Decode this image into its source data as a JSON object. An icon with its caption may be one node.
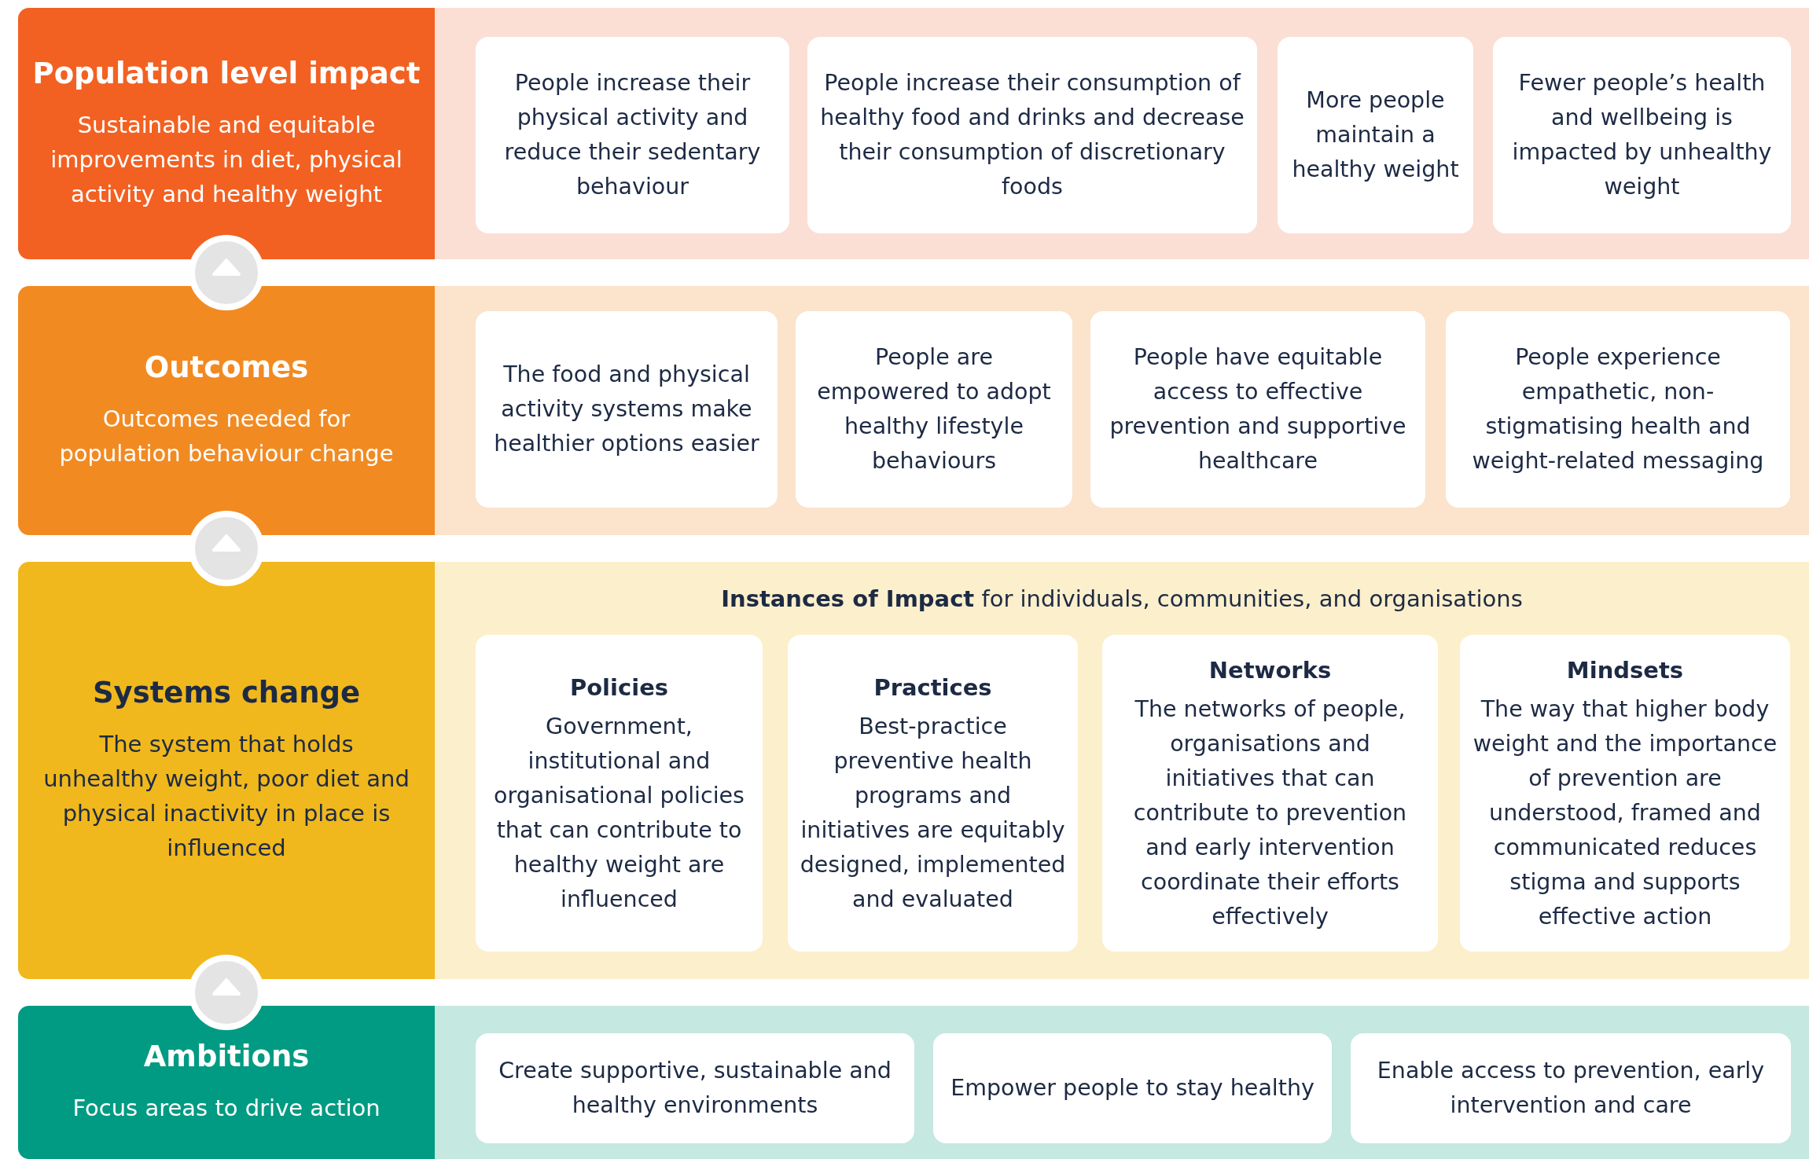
{
  "diagram": {
    "nodes": [
      {
        "text": [
          "Population level impact",
          "Sustainable and equitable improvements in diet, physical activity and healthy weight"
        ]
      },
      {
        "text": [],
        "shape": "box"
      },
      {
        "text": [
          "People increase their physical activity and reduce their sedentary behaviour"
        ],
        "in": 1
      },
      {
        "text": [
          "People increase their consumption of healthy food and drinks and decrease their consumption of discretionary foods"
        ],
        "in": 1
      },
      {
        "text": [
          "More people maintain a healthy weight"
        ],
        "in": 1
      },
      {
        "text": [
          "Fewer people’s health and wellbeing is impacted by unhealthy weight"
        ],
        "in": 1
      },
      {
        "text": [
          "Outcomes",
          "Outcomes needed for population behaviour change"
        ]
      },
      {
        "text": [],
        "shape": "box"
      },
      {
        "text": [
          "The food and physical activity systems make healthier options easier"
        ],
        "in": 7
      },
      {
        "text": [
          "People are empowered to adopt healthy lifestyle behaviours"
        ],
        "in": 7
      },
      {
        "text": [
          "People have equitable access to effective prevention and supportive healthcare"
        ],
        "in": 7
      },
      {
        "text": [
          "People experience empathetic, non-stigmatising health and weight-related messaging"
        ],
        "in": 7
      },
      {
        "text": [
          "Systems change",
          "The system that holds unhealthy weight, poor diet and physical inactivity in place is influenced"
        ]
      },
      {
        "text": [
          "**Instances of Impact** for individuals, communities, and organisations"
        ]
      },
      {
        "text": [
          "Policies",
          "Government, institutional and organisational policies that can contribute to healthy weight are influenced"
        ],
        "in": 13
      },
      {
        "text": [
          "Practices",
          "Best-practice preventive health programs and initiatives are equitably designed, implemented and evaluated"
        ],
        "in": 13
      },
      {
        "text": [
          "Networks",
          "The networks of people, organisations and initiatives that can contribute to prevention and early intervention coordinate their efforts effectively"
        ],
        "in": 13
      },
      {
        "text": [
          "Mindsets",
          "The way that higher body weight and the importance of prevention are understood, framed and communicated reduces stigma and supports effective action"
        ],
        "in": 13
      },
      {
        "text": [
          "Ambitions",
          "Focus areas to drive action"
        ]
      },
      {
        "text": [],
        "shape": "box"
      },
      {
        "text": [
          "Create supportive, sustainable and healthy environments"
        ],
        "in": 19
      },
      {
        "text": [
          "Empower people to stay healthy"
        ],
        "in": 19
      },
      {
        "text": [
          "Enable access to prevention, early intervention and care"
        ],
        "in": 19
      }
    ],
    "edges": [
      {
        "from": 18,
        "to": 12,
        "arrow": "to"
      },
      {
        "from": 12,
        "to": 6,
        "arrow": "to"
      },
      {
        "from": 6,
        "to": 0,
        "arrow": "to"
      }
    ]
  }
}
